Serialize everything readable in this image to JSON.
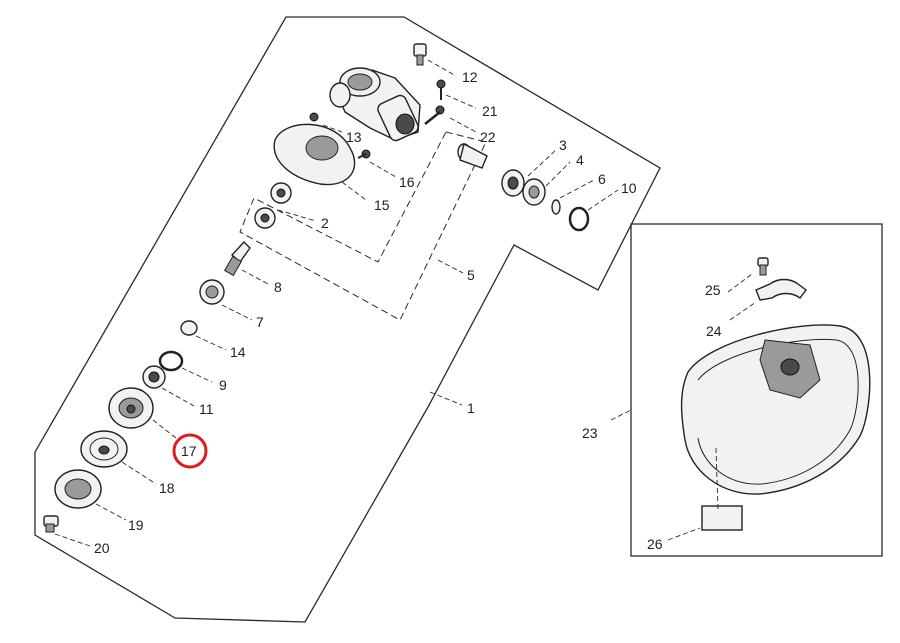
{
  "diagram": {
    "part_numbers": [
      "12",
      "21",
      "13",
      "22",
      "3",
      "4",
      "6",
      "10",
      "16",
      "15",
      "2",
      "5",
      "8",
      "7",
      "14",
      "9",
      "11",
      "17",
      "18",
      "19",
      "20",
      "1",
      "25",
      "24",
      "23",
      "26"
    ],
    "highlighted_part": "17",
    "highlight_color": "#e01b1b",
    "line_color": "#2a2a2a"
  }
}
